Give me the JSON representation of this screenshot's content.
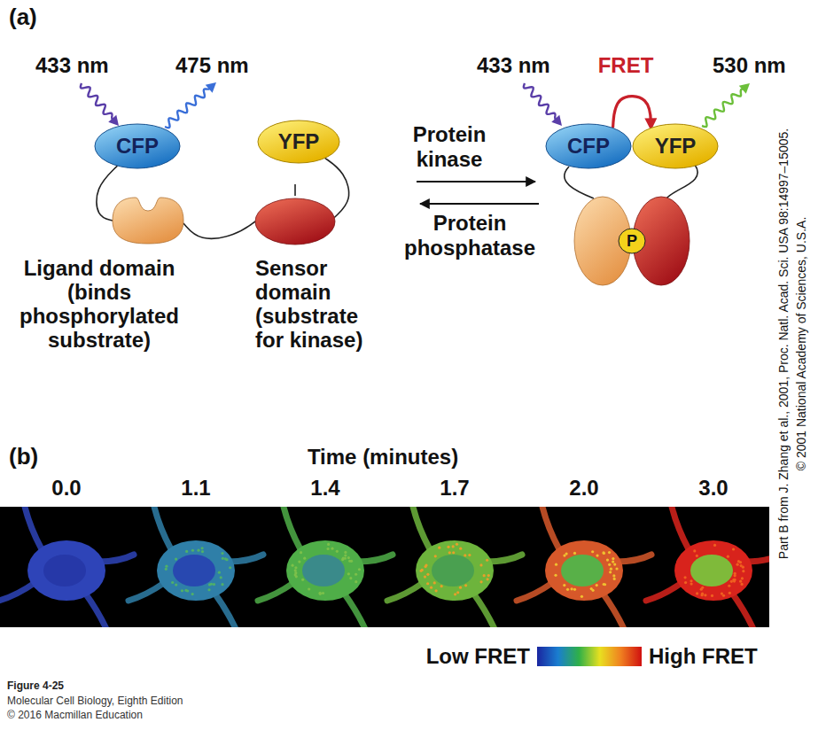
{
  "diagram": {
    "caption": "Figure 4-25",
    "nodes": [
      {
        "text": [
          "CFP"
        ]
      },
      {
        "text": [
          "YFP"
        ]
      },
      {
        "text": [
          "Ligand domain (binds phosphorylated substrate)"
        ]
      },
      {
        "text": [
          "Sensor domain (substrate for kinase)"
        ]
      },
      {
        "text": [
          "CFP"
        ]
      },
      {
        "text": [
          "YFP"
        ]
      },
      {
        "text": [
          "P"
        ]
      }
    ],
    "edges": [
      {
        "from": 0,
        "to": 2,
        "arrow": "none"
      },
      {
        "from": 2,
        "to": 3,
        "arrow": "none"
      },
      {
        "from": 3,
        "to": 1,
        "arrow": "none"
      },
      {
        "from": 4,
        "to": 5,
        "label": "FRET",
        "arrow": "to"
      }
    ],
    "labels": [
      "(a)",
      "433 nm",
      "475 nm",
      "433 nm",
      "530 nm",
      "Protein kinase",
      "Protein phosphatase",
      "(b)",
      "Time (minutes)",
      "0.0",
      "1.1",
      "1.4",
      "1.7",
      "2.0",
      "3.0",
      "Low FRET",
      "High FRET",
      "Part B from J. Zhang et al., 2001, Proc. Natl. Acad. Sci. USA 98:14997–15005.",
      "© 2001 National Academy of Sciences, U.S.A.",
      "Molecular Cell Biology, Eighth Edition",
      "© 2016 Macmillan Education"
    ]
  }
}
